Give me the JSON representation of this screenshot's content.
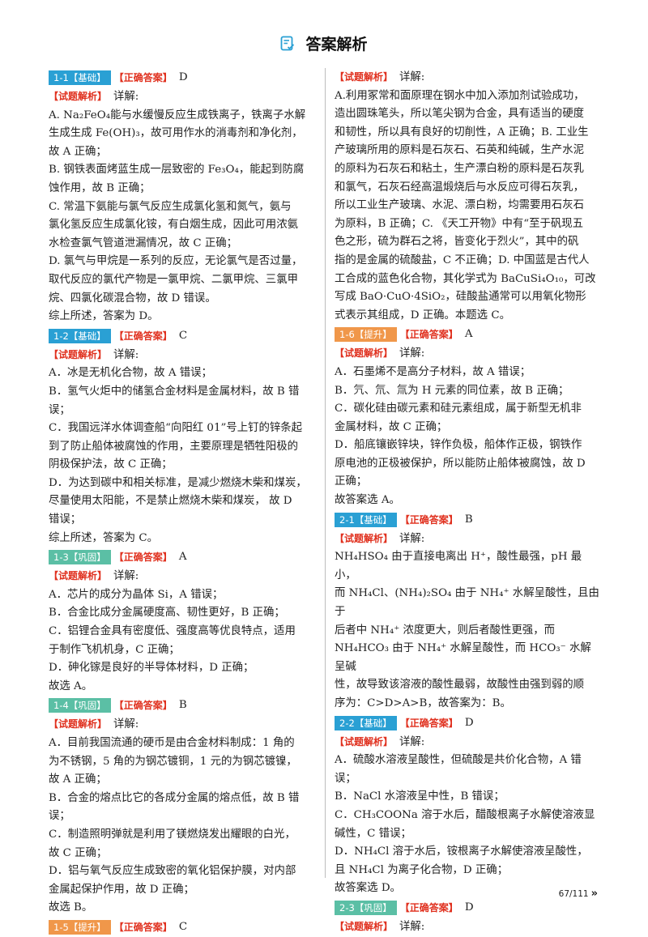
{
  "header": {
    "title": "答案解析"
  },
  "colors": {
    "basic": "#2aa0d4",
    "consolidate": "#5bbfa5",
    "improve": "#f0974a",
    "answer_red": "#e0301e"
  },
  "left": [
    {
      "head": {
        "tag": "1-1【基础】",
        "level": "basic",
        "answer_label": "【正确答案】",
        "answer": "D"
      }
    },
    {
      "exp": {
        "label": "【试题解析】",
        "suffix": "详解:"
      }
    },
    {
      "text": "A. Na₂FeO₄能与水缓慢反应生成铁离子，铁离子水解"
    },
    {
      "text": "生成生成 Fe(OH)₃，故可用作水的消毒剂和净化剂，"
    },
    {
      "text": "故 A 正确；"
    },
    {
      "text": "B. 钢铁表面烤蓝生成一层致密的 Fe₃O₄，能起到防腐"
    },
    {
      "text": "蚀作用，故 B 正确；"
    },
    {
      "text": "C. 常温下氨能与氯气反应生成氯化氢和氮气，氨与"
    },
    {
      "text": "氯化氢反应生成氯化铵，有白烟生成，因此可用浓氨"
    },
    {
      "text": "水检查氯气管道泄漏情况，故 C 正确；"
    },
    {
      "text": "D. 氯气与甲烷是一系列的反应，无论氯气是否过量，"
    },
    {
      "text": "取代反应的氯代产物是一氯甲烷、二氯甲烷、三氯甲"
    },
    {
      "text": "烷、四氯化碳混合物，故 D 错误。"
    },
    {
      "text": "综上所述，答案为 D。"
    },
    {
      "head": {
        "tag": "1-2【基础】",
        "level": "basic",
        "answer_label": "【正确答案】",
        "answer": "C"
      }
    },
    {
      "exp": {
        "label": "【试题解析】",
        "suffix": "详解:"
      }
    },
    {
      "text": "A．冰是无机化合物，故 A 错误；"
    },
    {
      "text": "B．氢气火炬中的储氢合金材料是金属材料，故 B 错"
    },
    {
      "text": "误；"
    },
    {
      "text": "C．我国远洋水体调查船“向阳红 01”号上钉的锌条起"
    },
    {
      "text": "到了防止船体被腐蚀的作用，主要原理是牺牲阳极的"
    },
    {
      "text": "阴极保护法，故 C 正确；"
    },
    {
      "text": "D．为达到碳中和相关标准，是减少燃烧木柴和煤炭，"
    },
    {
      "text": "尽量使用太阳能，不是禁止燃烧木柴和煤炭，  故 D"
    },
    {
      "text": "错误；"
    },
    {
      "text": "综上所述，答案为 C。"
    },
    {
      "head": {
        "tag": "1-3【巩固】",
        "level": "consolidate",
        "answer_label": "【正确答案】",
        "answer": "A"
      }
    },
    {
      "exp": {
        "label": "【试题解析】",
        "suffix": "详解:"
      }
    },
    {
      "text": "A．芯片的成分为晶体 Si，A 错误；"
    },
    {
      "text": "B．合金比成分金属硬度高、韧性更好，B 正确；"
    },
    {
      "text": "C．铝锂合金具有密度低、强度高等优良特点，适用"
    },
    {
      "text": "于制作飞机机身，C 正确；"
    },
    {
      "text": "D．砷化镓是良好的半导体材料，D 正确；"
    },
    {
      "text": "故选 A。"
    },
    {
      "head": {
        "tag": "1-4【巩固】",
        "level": "consolidate",
        "answer_label": "【正确答案】",
        "answer": "B"
      }
    },
    {
      "exp": {
        "label": "【试题解析】",
        "suffix": "详解:"
      }
    },
    {
      "text": "A．目前我国流通的硬币是由合金材料制成：1 角的"
    },
    {
      "text": "为不锈钢，5 角的为钢芯镀铜，1 元的为钢芯镀镍，"
    },
    {
      "text": "故 A 正确；"
    },
    {
      "text": "B．合金的熔点比它的各成分金属的熔点低，故 B 错"
    },
    {
      "text": "误；"
    },
    {
      "text": "C．制造照明弹就是利用了镁燃烧发出耀眼的白光，"
    },
    {
      "text": "故 C 正确；"
    },
    {
      "text": "D．铝与氧气反应生成致密的氧化铝保护膜，对内部"
    },
    {
      "text": "金属起保护作用，故 D 正确；"
    },
    {
      "text": "故选 B。"
    },
    {
      "head": {
        "tag": "1-5【提升】",
        "level": "improve",
        "answer_label": "【正确答案】",
        "answer": "C"
      }
    }
  ],
  "right": [
    {
      "exp": {
        "label": "【试题解析】",
        "suffix": "详解:"
      }
    },
    {
      "text": "A.利用冢常和面原理在钢水中加入添加剂试验成功，"
    },
    {
      "text": "造出圆珠笔头，所以笔尖钢为合金，具有适当的硬度"
    },
    {
      "text": "和韧性，所以具有良好的切削性，A 正确；B. 工业生"
    },
    {
      "text": "产玻璃所用的原料是石灰石、石英和纯碱，生产水泥"
    },
    {
      "text": "的原料为石灰石和粘土，生产漂白粉的原料是石灰乳"
    },
    {
      "text": "和氯气，石灰石经高温煅烧后与水反应可得石灰乳，"
    },
    {
      "text": "所以工业生产玻璃、水泥、漂白粉，均需要用石灰石"
    },
    {
      "text": "为原料，B 正确；C. 《天工开物》中有“至于矾现五"
    },
    {
      "text": "色之形，硫为群石之将，皆变化于烈火”，其中的矾"
    },
    {
      "text": "指的是金属的硫酸盐，C 不正确；D. 中国蓝是古代人"
    },
    {
      "text": "工合成的蓝色化合物，其化学式为 BaCuSi₄O₁₀，可改"
    },
    {
      "text": "写成 BaO·CuO·4SiO₂，硅酸盐通常可以用氧化物形"
    },
    {
      "text": "式表示其组成，D 正确。本题选 C。"
    },
    {
      "head": {
        "tag": "1-6【提升】",
        "level": "improve",
        "answer_label": "【正确答案】",
        "answer": "A"
      }
    },
    {
      "exp": {
        "label": "【试题解析】",
        "suffix": "详解:"
      }
    },
    {
      "text": "A．石墨烯不是高分子材料，故 A 错误；"
    },
    {
      "text": "B．氕、氘、氚为 H 元素的同位素，故 B 正确；"
    },
    {
      "text": "C．碳化硅由碳元素和硅元素组成，属于新型无机非"
    },
    {
      "text": "金属材料，故 C 正确；"
    },
    {
      "text": "D．船底镶嵌锌块，锌作负极，船体作正极，钢铁作"
    },
    {
      "text": "原电池的正极被保护，所以能防止船体被腐蚀，故 D"
    },
    {
      "text": "正确；"
    },
    {
      "text": "故答案选 A。"
    },
    {
      "head": {
        "tag": "2-1【基础】",
        "level": "basic",
        "answer_label": "【正确答案】",
        "answer": "B"
      }
    },
    {
      "exp": {
        "label": "【试题解析】",
        "suffix": "详解:"
      }
    },
    {
      "text": "NH₄HSO₄ 由于直接电离出 H⁺，酸性最强，pH 最小，"
    },
    {
      "text": "而 NH₄Cl、(NH₄)₂SO₄ 由于 NH₄⁺ 水解呈酸性，且由于"
    },
    {
      "text": "后者中 NH₄⁺ 浓度更大，则后者酸性更强，而"
    },
    {
      "text": "NH₄HCO₃ 由于 NH₄⁺ 水解呈酸性，而 HCO₃⁻ 水解呈碱"
    },
    {
      "text": "性，故导致该溶液的酸性最弱，故酸性由强到弱的顺"
    },
    {
      "text": "序为：C>D>A>B，故答案为：B。"
    },
    {
      "head": {
        "tag": "2-2【基础】",
        "level": "basic",
        "answer_label": "【正确答案】",
        "answer": "D"
      }
    },
    {
      "exp": {
        "label": "【试题解析】",
        "suffix": "详解:"
      }
    },
    {
      "text": "A．硫酸水溶液呈酸性，但硫酸是共价化合物，A 错"
    },
    {
      "text": "误；"
    },
    {
      "text": "B．NaCl 水溶液呈中性，B 错误；"
    },
    {
      "text": "C．CH₃COONa 溶于水后，醋酸根离子水解使溶液显"
    },
    {
      "text": "碱性，C 错误；"
    },
    {
      "text": "D．NH₄Cl 溶于水后，铵根离子水解使溶液呈酸性，"
    },
    {
      "text": "且 NH₄Cl 为离子化合物，D 正确；"
    },
    {
      "text": "故答案选 D。"
    },
    {
      "head": {
        "tag": "2-3【巩固】",
        "level": "consolidate",
        "answer_label": "【正确答案】",
        "answer": "D"
      }
    },
    {
      "exp": {
        "label": "【试题解析】",
        "suffix": "详解:"
      }
    }
  ],
  "footer": {
    "page": "67/111",
    "arrows": "»"
  }
}
